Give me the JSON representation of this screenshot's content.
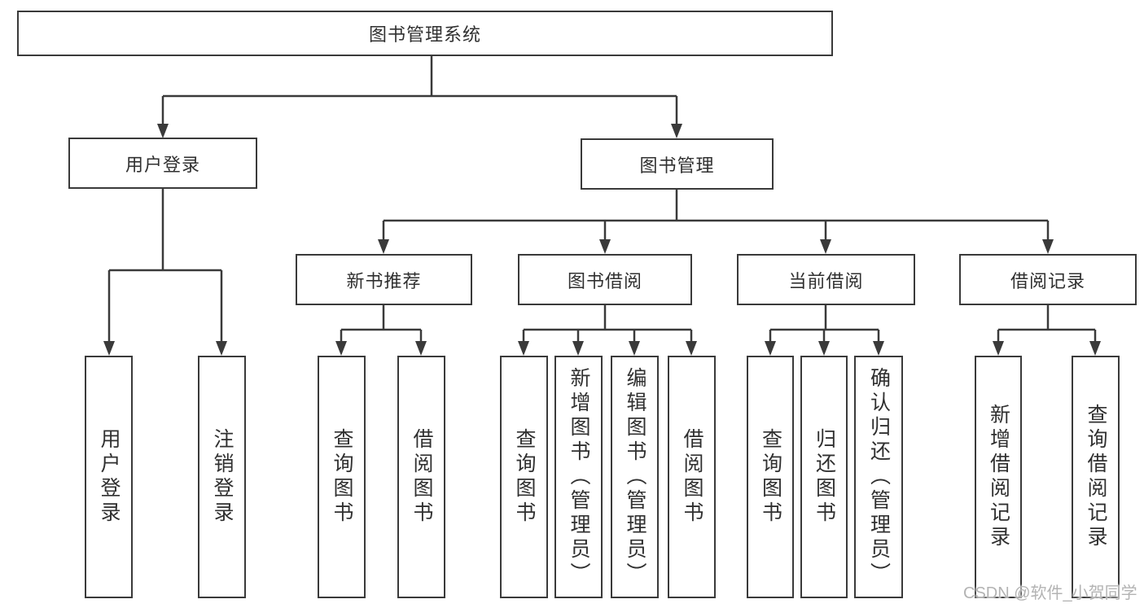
{
  "diagram": {
    "root_label": "图书管理系统",
    "level2": {
      "user_login": "用户登录",
      "book_management": "图书管理"
    },
    "level3": {
      "new_book_recommend": "新书推荐",
      "book_borrow": "图书借阅",
      "current_borrow": "当前借阅",
      "borrow_record": "借阅记录"
    },
    "leaves": {
      "user_login": "用户登录",
      "logout": "注销登录",
      "recommend_query_book": "查询图书",
      "recommend_borrow_book": "借阅图书",
      "borrow_query_book": "查询图书",
      "borrow_add_book": "新增图书（管理员）",
      "borrow_edit_book": "编辑图书（管理员）",
      "borrow_borrow_book": "借阅图书",
      "current_query_book": "查询图书",
      "current_return_book": "归还图书",
      "current_confirm_return": "确认归还（管理员）",
      "record_add_record": "新增借阅记录",
      "record_query_record": "查询借阅记录"
    }
  },
  "watermark": "CSDN @软件_小贺同学",
  "colors": {
    "line": "#3a3a3a",
    "text": "#303030",
    "watermark": "#b3b3b3",
    "background": "#ffffff"
  }
}
